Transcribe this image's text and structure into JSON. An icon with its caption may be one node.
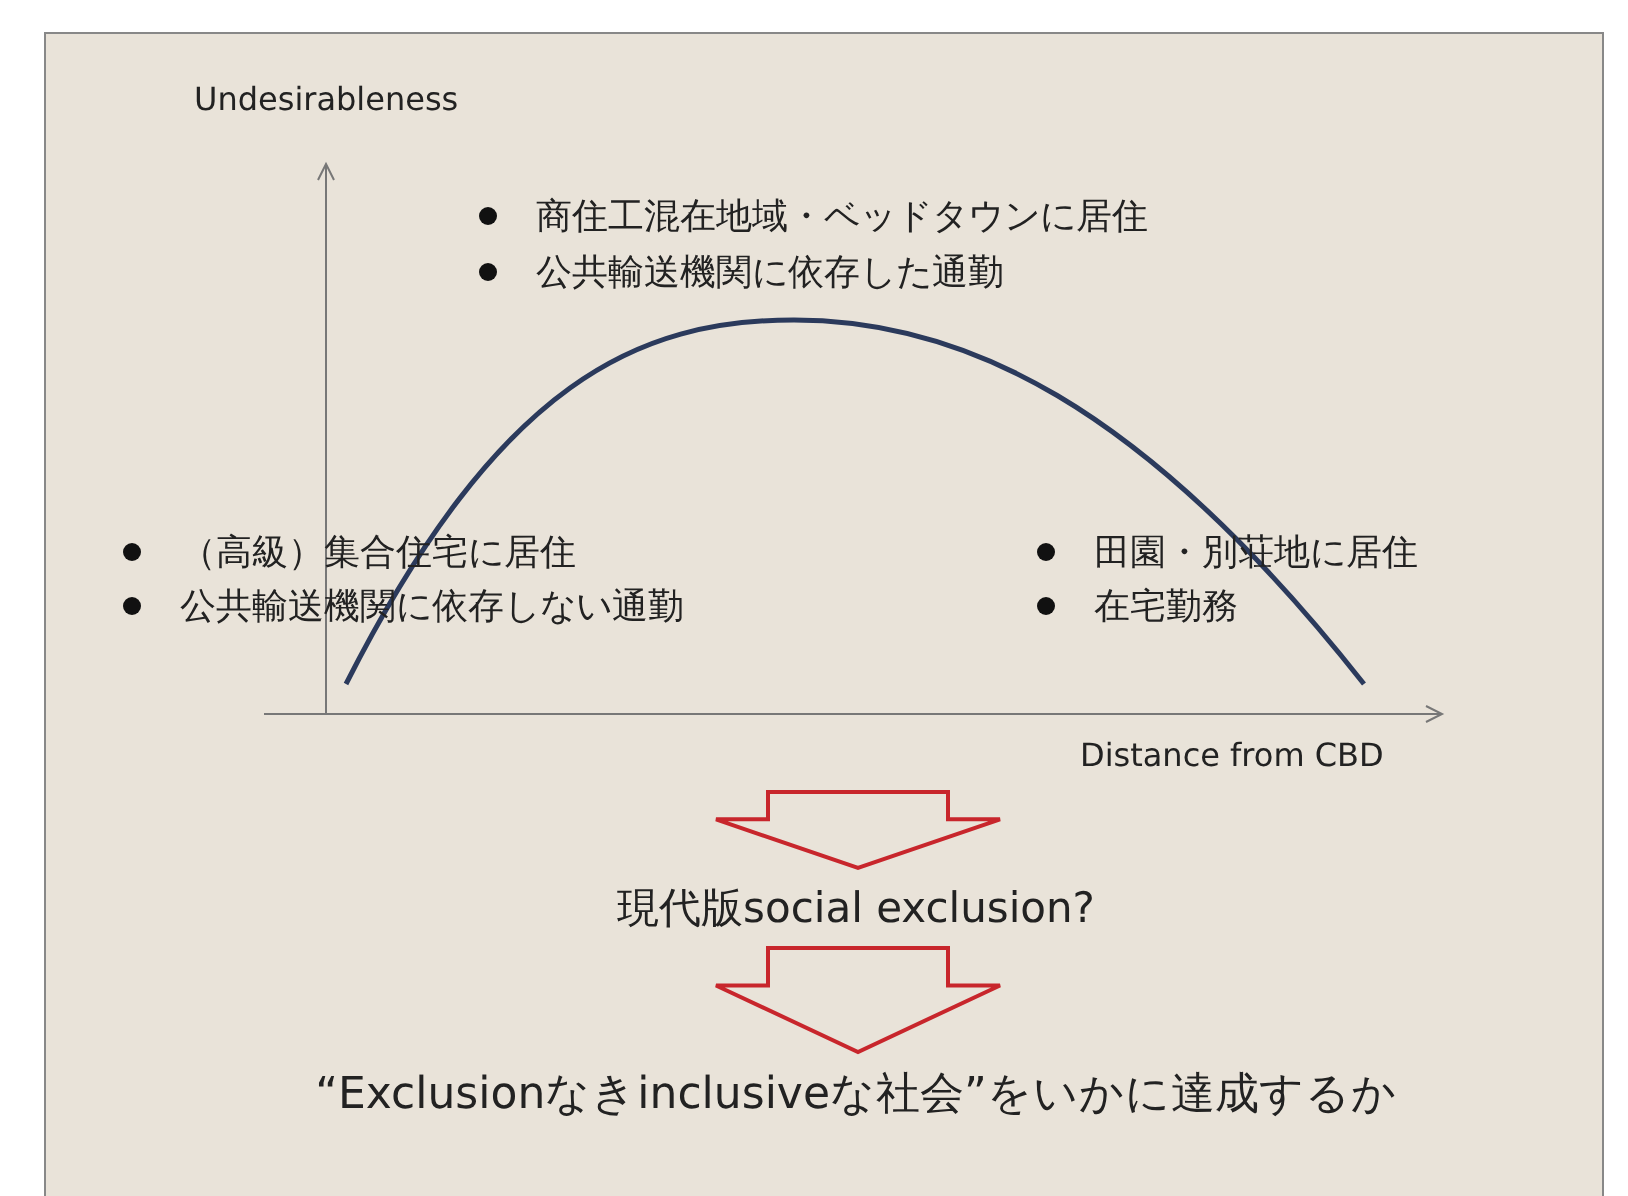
{
  "diagram": {
    "nodes": [
      {
        "text": [
          "現代版social exclusion?"
        ]
      },
      {
        "text": [
          "“Exclusionなきinclusiveな社会”をいかに達成するか"
        ]
      }
    ],
    "edges": [
      {
        "from": null,
        "to": 0,
        "arrow": "to",
        "color": "#c8262c"
      },
      {
        "from": 0,
        "to": 1,
        "arrow": "to",
        "color": "#c8262c"
      }
    ],
    "labels": [
      "Undesirableness",
      "商住工混在地域・ベッドタウンに居住",
      "公共輸送機関に依存した通勤",
      "（高級）集合住宅に居住",
      "田園・別荘地に居住",
      "公共輸送機関に依存しない通勤",
      "在宅勤務",
      "Distance from CBD"
    ]
  }
}
